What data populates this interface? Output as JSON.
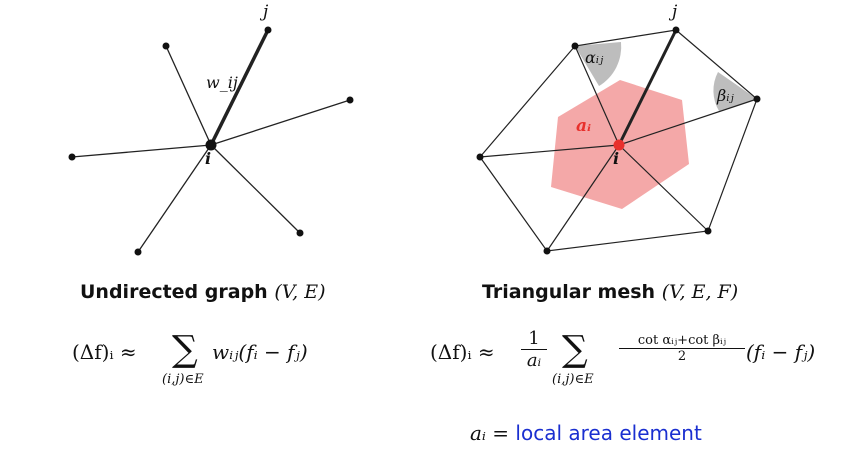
{
  "graph": {
    "caption": "Undirected graph",
    "caption_math": "(V, E)",
    "labels": {
      "i": "i",
      "j": "j",
      "weight": "w_ij"
    },
    "formula": {
      "lhs": "(Δf)ᵢ ≈",
      "sum": "∑",
      "sum_sub": "(i,j)∈E",
      "rhs": "wᵢⱼ(fᵢ − fⱼ)"
    }
  },
  "mesh": {
    "caption": "Triangular mesh",
    "caption_math": "(V, E, F)",
    "labels": {
      "i": "i",
      "j": "j",
      "alpha": "αᵢⱼ",
      "beta": "βᵢⱼ",
      "area": "aᵢ"
    },
    "formula": {
      "lhs": "(Δf)ᵢ ≈",
      "frac_num": "1",
      "frac_den": "aᵢ",
      "sum": "∑",
      "sum_sub": "(i,j)∈E",
      "cot_num": "cot αᵢⱼ+cot βᵢⱼ",
      "cot_den": "2",
      "rhs": "(fᵢ − fⱼ)"
    },
    "area_note": {
      "lhs": "aᵢ =",
      "text": "local area element"
    }
  },
  "colors": {
    "area": "#f4a8a8",
    "center": "#e8302c",
    "angle": "#bdbdbd",
    "note": "#1a2fd0"
  }
}
